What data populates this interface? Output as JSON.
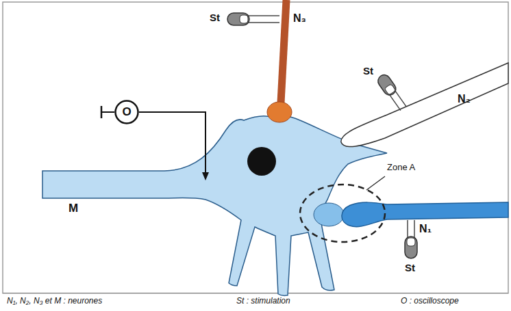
{
  "diagram": {
    "nodes": [
      {
        "text": [
          "O"
        ]
      }
    ],
    "labels": [
      "St",
      "N₃",
      "St",
      "N₂",
      "Zone A",
      "M",
      "N₁",
      "St"
    ],
    "legend": [
      {
        "text": "N₁, N₂, N₃ et M : neurones"
      },
      {
        "text": "St : stimulation"
      },
      {
        "text": "O : oscilloscope"
      }
    ]
  }
}
